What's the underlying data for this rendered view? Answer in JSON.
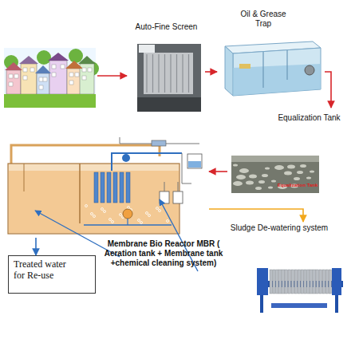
{
  "diagram": {
    "nodes": [
      {
        "text": [
          "Auto-Fine Screen"
        ]
      },
      {
        "text": [
          "Oil & Grease Trap"
        ]
      },
      {
        "text": [
          "Equalization Tank",
          "Equalization Tank"
        ]
      },
      {
        "text": [
          "Membrane Bio Reactor MBR ( Aeration tank + Membrane tank +chemical cleaning system)"
        ]
      },
      {
        "text": [
          "Treated water for Re-use"
        ]
      },
      {
        "text": [
          "Sludge De-watering system"
        ]
      }
    ],
    "edges": [
      {
        "from": 0,
        "to": 1,
        "arrow": "to"
      },
      {
        "from": 1,
        "to": 2,
        "arrow": "to"
      },
      {
        "from": 2,
        "to": 3,
        "arrow": "to"
      },
      {
        "from": 3,
        "to": 4,
        "arrow": "to"
      },
      {
        "from": 3,
        "to": 5,
        "arrow": "to"
      }
    ]
  }
}
